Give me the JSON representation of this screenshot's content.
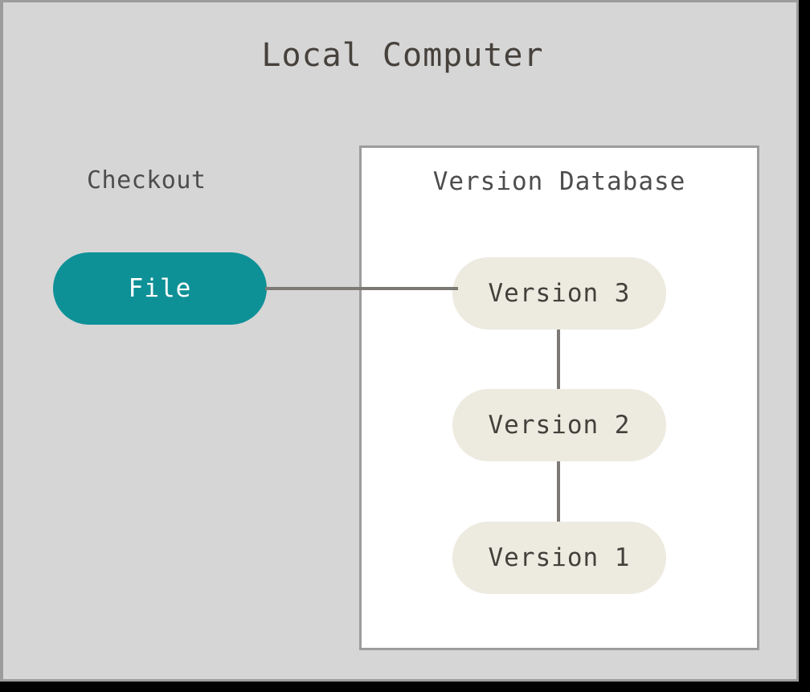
{
  "diagram": {
    "title": "Local Computer",
    "checkout": {
      "label": "Checkout",
      "node_label": "File",
      "node_color": "#0d9197",
      "node_text_color": "#ffffff"
    },
    "version_database": {
      "title": "Version Database",
      "panel_background": "#ffffff",
      "panel_border_color": "#9c9c9c",
      "node_color": "#edeae0",
      "node_text_color": "#44413c",
      "versions": [
        {
          "label": "Version 3"
        },
        {
          "label": "Version 2"
        },
        {
          "label": "Version 1"
        }
      ]
    },
    "connector_color": "#7d7a75",
    "background_color": "#d6d6d6",
    "frame_border_color": "#9c9c9c",
    "title_color": "#47413c"
  }
}
